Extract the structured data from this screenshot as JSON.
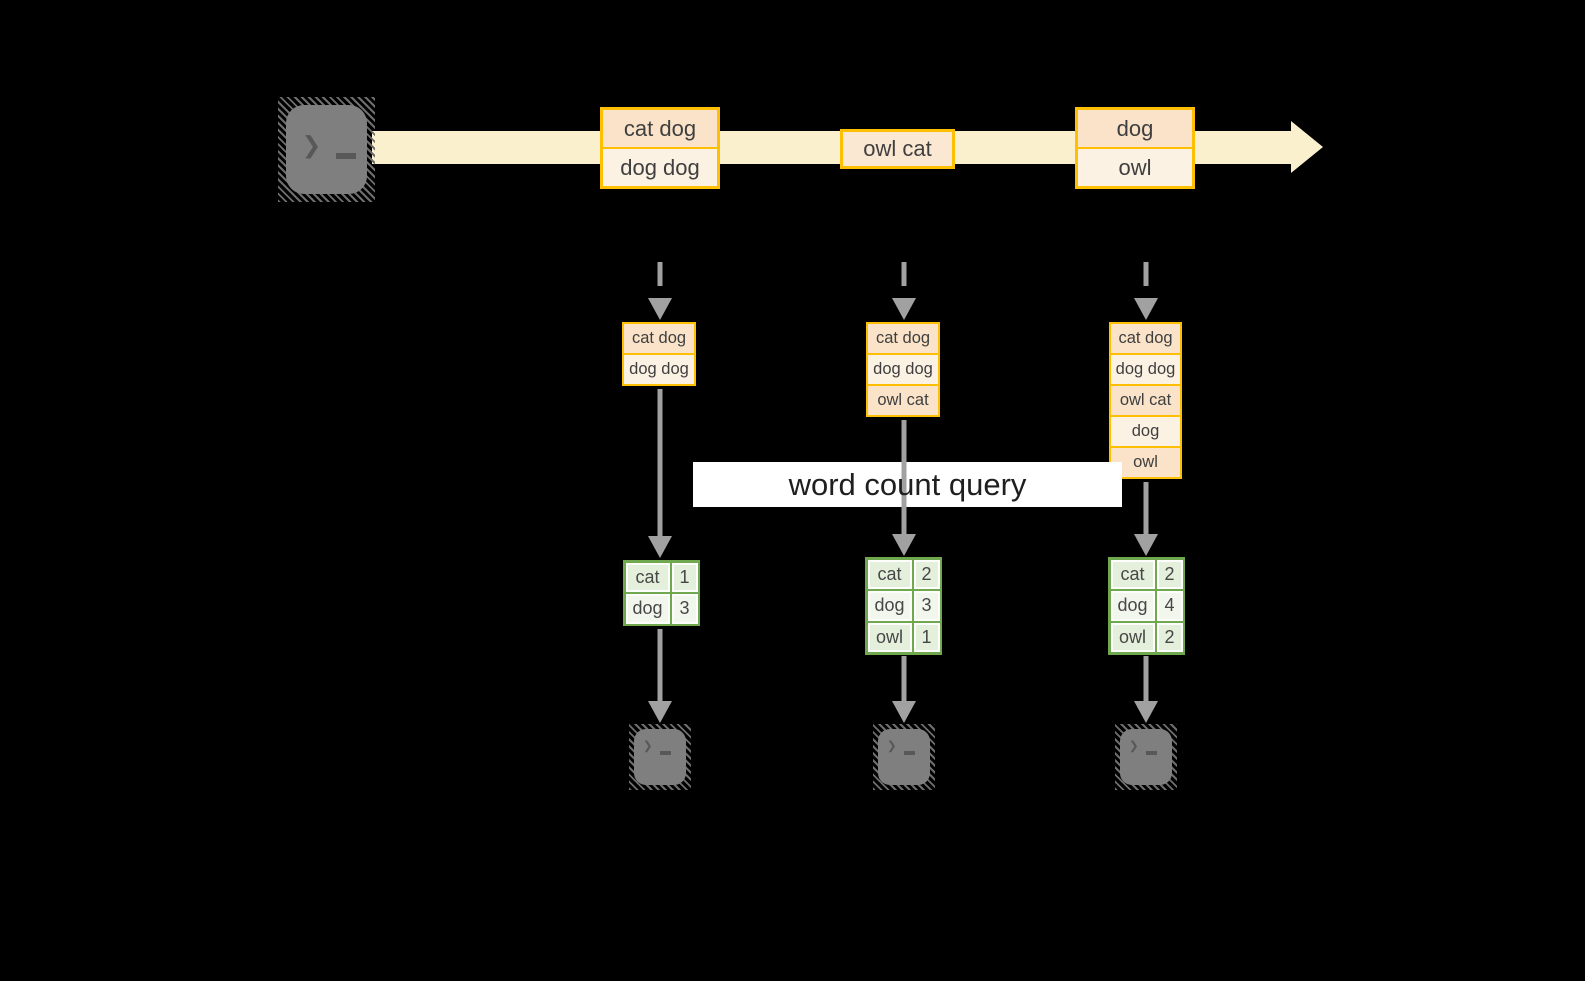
{
  "query_label": "word count query",
  "colors": {
    "background": "#000000",
    "stream_band": "#FBF0CD",
    "batch_border": "#FFC003",
    "batch_fill_peach": "#FAE3C8",
    "batch_fill_cream": "#FCF2E4",
    "batch_fill_mid": "#FBE8D3",
    "table_green": "#70A84F",
    "table_cell_dark": "#E4EFDC",
    "table_cell_light": "#F2F7EE",
    "arrow_gray": "#A1A1A1",
    "text_dark": "#3F3F3F"
  },
  "source": {
    "icon": "terminal-icon"
  },
  "stream_batches": [
    {
      "rows": [
        {
          "text": "cat dog",
          "tone": "peach"
        },
        {
          "text": "dog dog",
          "tone": "cream"
        }
      ]
    },
    {
      "rows": [
        {
          "text": "owl cat",
          "tone": "mid"
        }
      ]
    },
    {
      "rows": [
        {
          "text": "dog",
          "tone": "peach"
        },
        {
          "text": "owl",
          "tone": "cream"
        }
      ]
    }
  ],
  "micro_batches": [
    {
      "input_rows": [
        {
          "text": "cat dog",
          "tone": "peach"
        },
        {
          "text": "dog dog",
          "tone": "cream"
        }
      ],
      "word_counts": [
        {
          "word": "cat",
          "count": "1",
          "tone": "dark"
        },
        {
          "word": "dog",
          "count": "3",
          "tone": "light"
        }
      ],
      "sink_icon": "terminal-icon"
    },
    {
      "input_rows": [
        {
          "text": "cat dog",
          "tone": "peach"
        },
        {
          "text": "dog dog",
          "tone": "cream"
        },
        {
          "text": "owl cat",
          "tone": "peach"
        }
      ],
      "word_counts": [
        {
          "word": "cat",
          "count": "2",
          "tone": "dark"
        },
        {
          "word": "dog",
          "count": "3",
          "tone": "light"
        },
        {
          "word": "owl",
          "count": "1",
          "tone": "dark"
        }
      ],
      "sink_icon": "terminal-icon"
    },
    {
      "input_rows": [
        {
          "text": "cat dog",
          "tone": "peach"
        },
        {
          "text": "dog dog",
          "tone": "cream"
        },
        {
          "text": "owl cat",
          "tone": "peach"
        },
        {
          "text": "dog",
          "tone": "cream"
        },
        {
          "text": "owl",
          "tone": "peach"
        }
      ],
      "word_counts": [
        {
          "word": "cat",
          "count": "2",
          "tone": "dark"
        },
        {
          "word": "dog",
          "count": "4",
          "tone": "light"
        },
        {
          "word": "owl",
          "count": "2",
          "tone": "dark"
        }
      ],
      "sink_icon": "terminal-icon"
    }
  ]
}
